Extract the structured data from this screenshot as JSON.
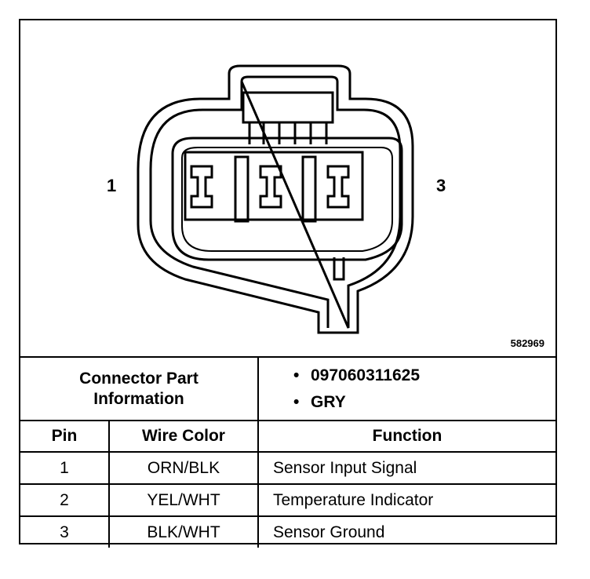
{
  "diagram": {
    "pin_left": "1",
    "pin_right": "3",
    "figure_number": "582969"
  },
  "connector": {
    "label_line1": "Connector Part",
    "label_line2": "Information",
    "part_number": "097060311625",
    "color": "GRY"
  },
  "table": {
    "headers": [
      "Pin",
      "Wire Color",
      "Function"
    ],
    "rows": [
      {
        "pin": "1",
        "wire": "ORN/BLK",
        "function": "Sensor Input Signal"
      },
      {
        "pin": "2",
        "wire": "YEL/WHT",
        "function": "Temperature Indicator"
      },
      {
        "pin": "3",
        "wire": "BLK/WHT",
        "function": "Sensor Ground"
      }
    ]
  }
}
